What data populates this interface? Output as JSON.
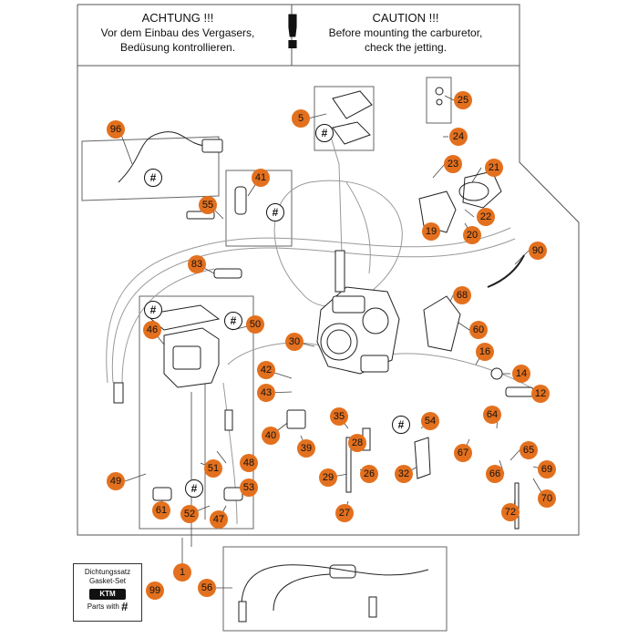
{
  "warning": {
    "de_title": "ACHTUNG !!!",
    "de_line1": "Vor dem Einbau des Vergasers,",
    "de_line2": "Bedüsung kontrollieren.",
    "symbol": "!",
    "en_title": "CAUTION !!!",
    "en_line1": "Before mounting the carburetor,",
    "en_line2": "check the jetting."
  },
  "hash_mark": "#",
  "callouts": [
    "96",
    "41",
    "55",
    "83",
    "46",
    "50",
    "30",
    "42",
    "43",
    "40",
    "39",
    "35",
    "28",
    "29",
    "26",
    "27",
    "54",
    "32",
    "49",
    "51",
    "48",
    "53",
    "61",
    "52",
    "47",
    "5",
    "25",
    "24",
    "23",
    "21",
    "22",
    "19",
    "20",
    "90",
    "68",
    "60",
    "16",
    "14",
    "12",
    "64",
    "67",
    "65",
    "66",
    "69",
    "70",
    "72",
    "1",
    "99",
    "56"
  ],
  "gasket_set": {
    "line1": "Dichtungssatz",
    "line2": "Gasket-Set",
    "logo": "KTM",
    "parts_with": "Parts with",
    "parts_mark": "#"
  },
  "colors": {
    "callout_fill": "#e3701e",
    "line": "#333333",
    "frame": "#555555"
  }
}
